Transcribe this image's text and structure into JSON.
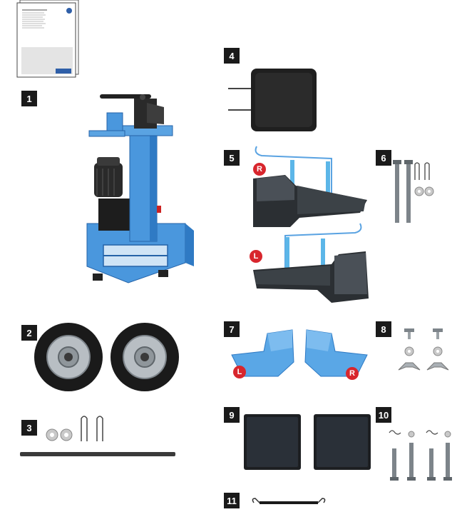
{
  "parts": [
    {
      "number": "1",
      "name": "log splitter main unit"
    },
    {
      "number": "2",
      "name": "wheels"
    },
    {
      "number": "3",
      "name": "axle with washers and split pins"
    },
    {
      "number": "4",
      "name": "wedge pad"
    },
    {
      "number": "5",
      "name": "side tables"
    },
    {
      "number": "6",
      "name": "bolts with split pins and washers"
    },
    {
      "number": "7",
      "name": "log holders"
    },
    {
      "number": "8",
      "name": "wing screws"
    },
    {
      "number": "9",
      "name": "rubber mats"
    },
    {
      "number": "10",
      "name": "long bolts"
    },
    {
      "number": "11",
      "name": "rubber strap"
    }
  ],
  "side_labels": {
    "right": "R",
    "left": "L"
  },
  "colors": {
    "machine_blue": "#3d8fd6",
    "dark_blue": "#2563a8",
    "badge": "#1a1a1a",
    "tag_red": "#d8262d",
    "steel": "#8f969b"
  }
}
